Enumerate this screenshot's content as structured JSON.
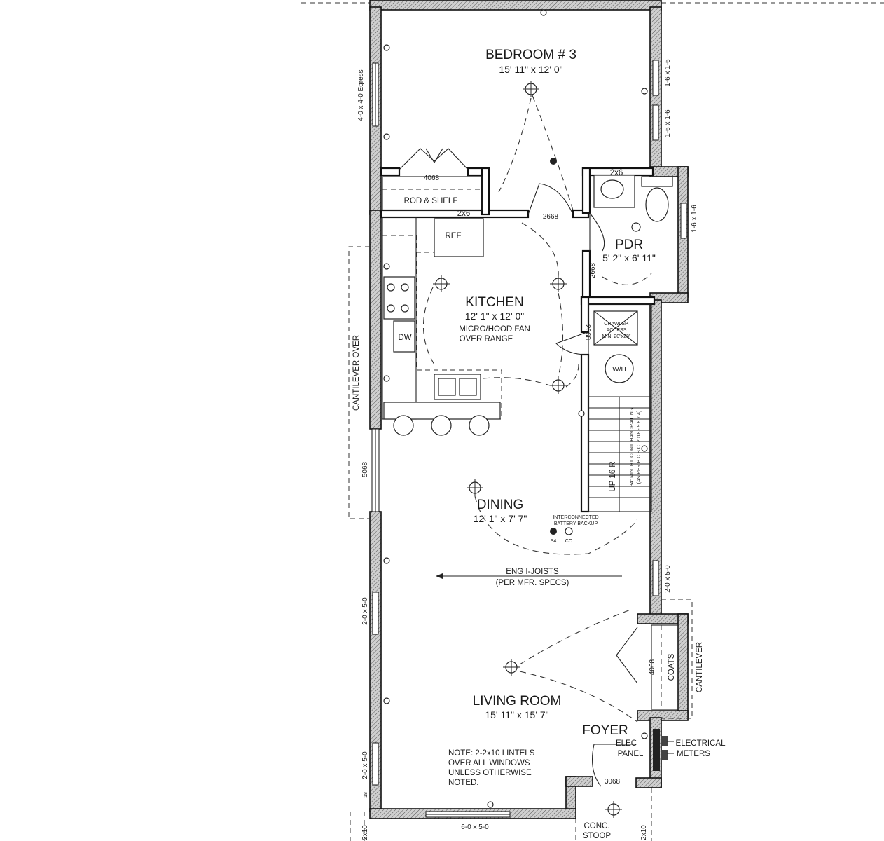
{
  "rooms": {
    "bedroom": {
      "name": "BEDROOM # 3",
      "size": "15' 11\" x 12' 0\""
    },
    "pdr": {
      "name": "PDR",
      "size": "5' 2\" x 6' 11\""
    },
    "kitchen": {
      "name": "KITCHEN",
      "size": "12' 1\" x 12' 0\"",
      "note1": "MICRO/HOOD FAN",
      "note2": "OVER RANGE"
    },
    "dining": {
      "name": "DINING",
      "size": "12' 1\" x 7' 7\""
    },
    "living": {
      "name": "LIVING ROOM",
      "size": "15' 11\" x 15' 7\""
    },
    "foyer": {
      "name": "FOYER"
    }
  },
  "labels": {
    "rod_shelf": "ROD & SHELF",
    "closet_door": "4068",
    "header_bed": "2x6",
    "header_pdr": "2x6",
    "door_bed": "2668",
    "door_pdr": "2668",
    "door_stair": "2668",
    "ref": "REF",
    "dw": "DW",
    "attic1": "CRAWLSP.",
    "attic2": "ACCESS",
    "attic3": "MIN. 20\"x28\"",
    "wh": "W/H",
    "stair_up": "UP 16 R",
    "stair_note1": "34\" MIN. HT. CONT. HANDRAILING",
    "stair_note2": "(AS PER B.C.B.C. 2018 - 9.8.7.4)",
    "smoke1": "INTERCONNECTED",
    "smoke2": "BATTERY BACKUP",
    "s4": "S4",
    "co": "CO",
    "joists1": "ENG I-JOISTS",
    "joists2": "(PER MFR. SPECS)",
    "coats": "COATS",
    "closet_door2": "4068",
    "elec1": "ELEC",
    "elec2": "PANEL",
    "meters1": "ELECTRICAL",
    "meters2": "METERS",
    "front_door": "3068",
    "stoop1": "CONC.",
    "stoop2": "STOOP",
    "note1": "NOTE: 2-2x10 LINTELS",
    "note2": "OVER ALL WINDOWS",
    "note3": "UNLESS OTHERWISE",
    "note4": "NOTED.",
    "win_egress": "4-0 x 4-0 Egress",
    "win_r1": "1-6 x 1-6",
    "win_r2": "1-6 x 1-6",
    "win_pdr": "1-6 x 1-6",
    "cantilever_left": "CANTILEVER OVER",
    "door_patio": "5068",
    "win_r3": "2-0 x 5-0",
    "win_l1": "2-0 x 5-0",
    "cantilever_right": "CANTILEVER",
    "win_l2": "2-0 x 5-0",
    "win_front": "6-0 x 5-0",
    "lintel_left": "2x10",
    "lintel_right": "2x10",
    "mark_18": "18"
  }
}
